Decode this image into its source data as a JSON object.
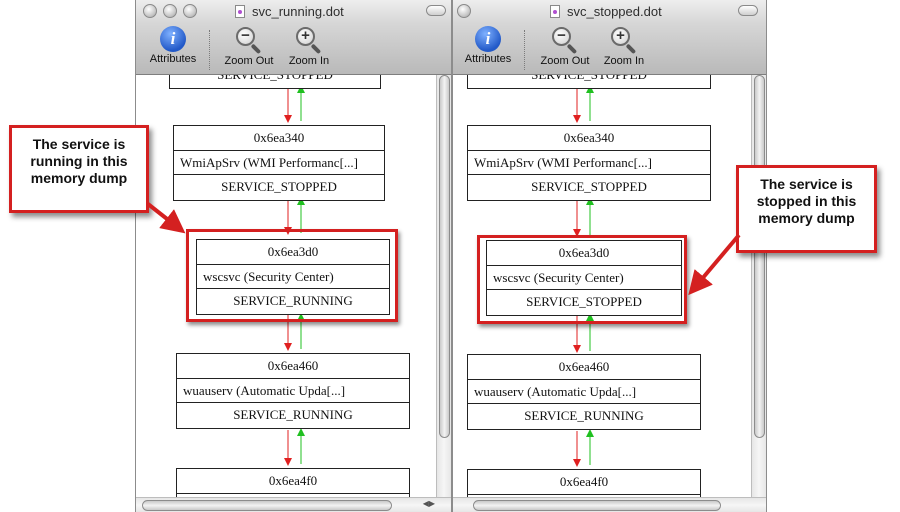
{
  "windows": [
    {
      "title": "svc_running.dot",
      "toolbar": {
        "attributes": "Attributes",
        "zoom_out": "Zoom Out",
        "zoom_in": "Zoom In"
      },
      "nodes": {
        "top_partial": {
          "status": "SERVICE_STOPPED"
        },
        "n1": {
          "addr": "0x6ea340",
          "name": "WmiApSrv (WMI Performanc[...]",
          "status": "SERVICE_STOPPED"
        },
        "n2": {
          "addr": "0x6ea3d0",
          "name": "wscsvc (Security Center)",
          "status": "SERVICE_RUNNING"
        },
        "n3": {
          "addr": "0x6ea460",
          "name": "wuauserv (Automatic Upda[...]",
          "status": "SERVICE_RUNNING"
        },
        "n4": {
          "addr": "0x6ea4f0"
        }
      }
    },
    {
      "title": "svc_stopped.dot",
      "toolbar": {
        "attributes": "Attributes",
        "zoom_out": "Zoom Out",
        "zoom_in": "Zoom In"
      },
      "nodes": {
        "top_partial": {
          "status": "SERVICE_STOPPED"
        },
        "n1": {
          "addr": "0x6ea340",
          "name": "WmiApSrv (WMI Performanc[...]",
          "status": "SERVICE_STOPPED"
        },
        "n2": {
          "addr": "0x6ea3d0",
          "name": "wscsvc (Security Center)",
          "status": "SERVICE_STOPPED"
        },
        "n3": {
          "addr": "0x6ea460",
          "name": "wuauserv (Automatic Upda[...]",
          "status": "SERVICE_RUNNING"
        },
        "n4": {
          "addr": "0x6ea4f0"
        }
      }
    }
  ],
  "callouts": {
    "left": [
      "The service is",
      "running in this",
      "memory dump"
    ],
    "right": [
      "The service is",
      "stopped in this",
      "memory dump"
    ]
  },
  "colors": {
    "highlight": "#d42020",
    "edge_forward": "#e02020",
    "edge_back": "#20c020"
  }
}
